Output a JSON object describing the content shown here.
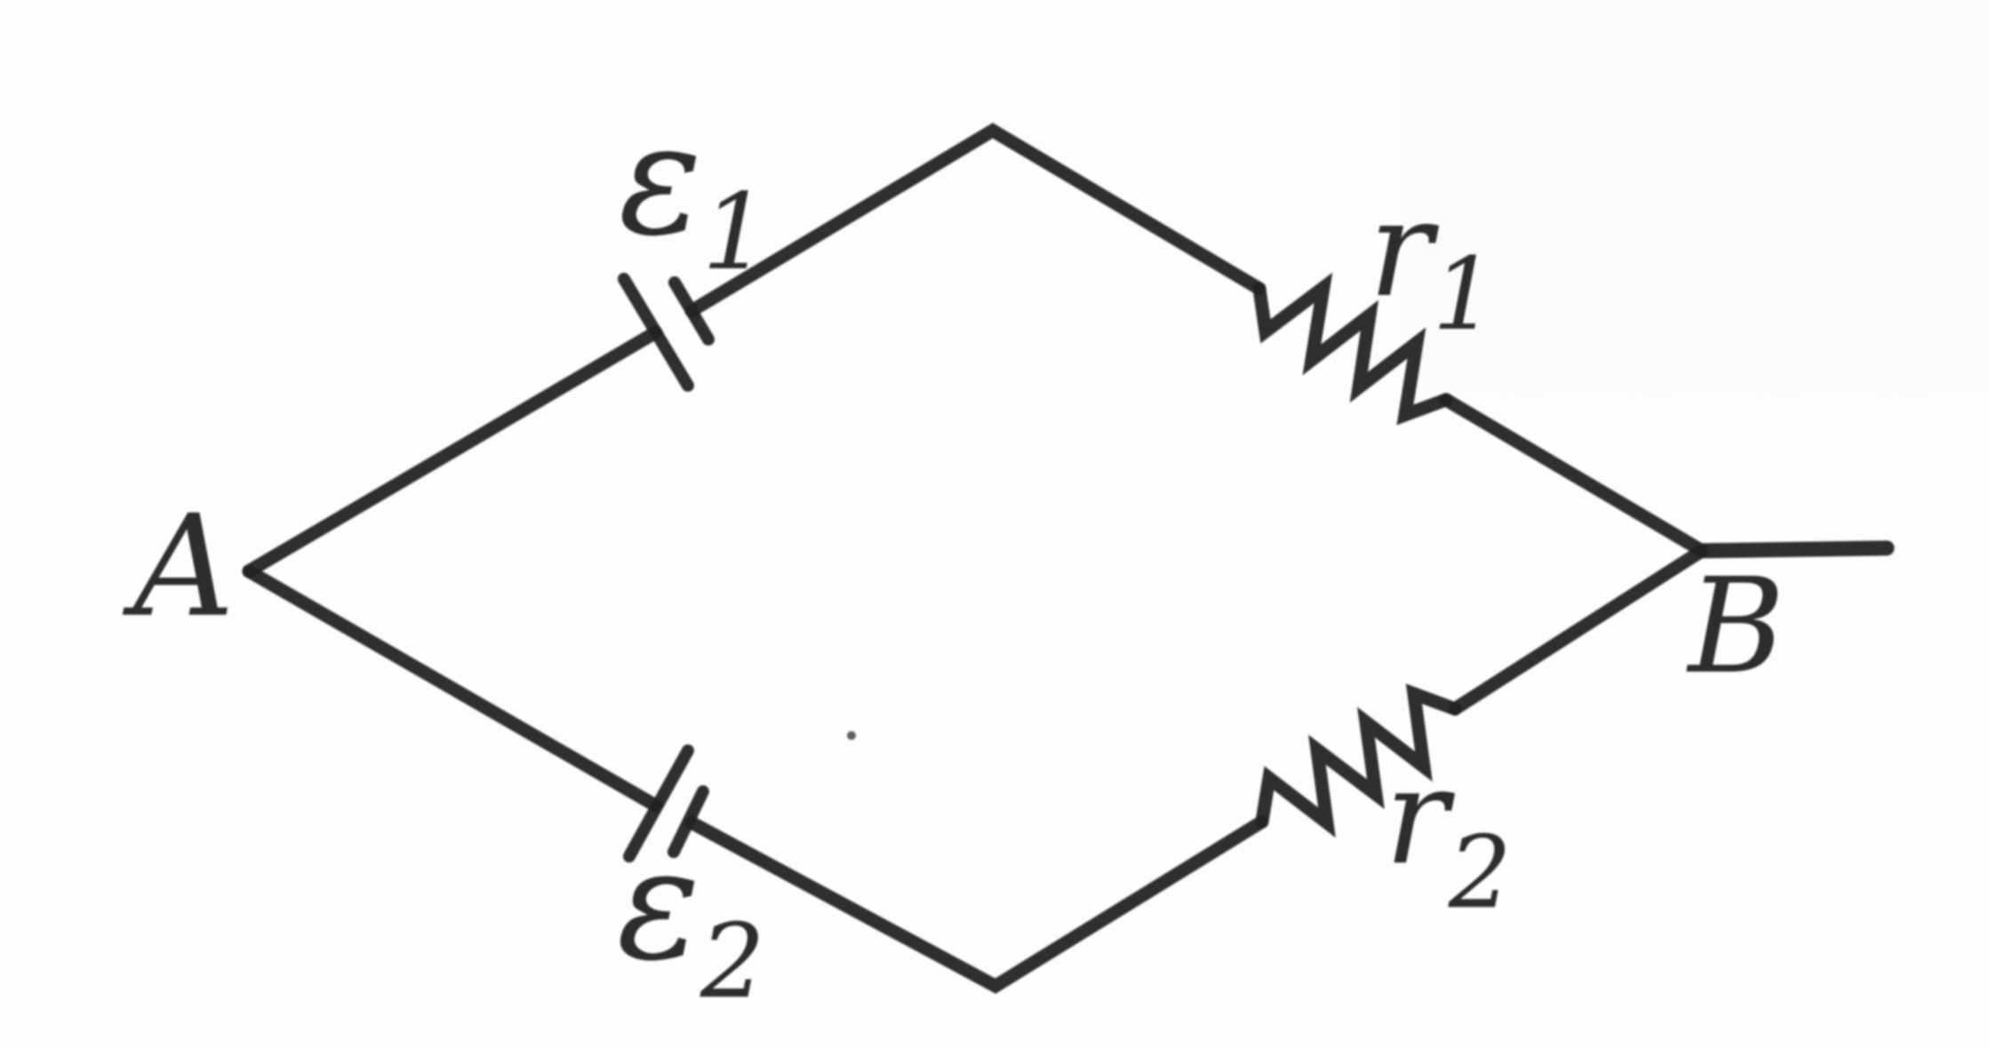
{
  "figure": {
    "type": "circuit-diagram",
    "ink_color": "#212121",
    "paper_color": "#fdfdfd"
  },
  "nodes": {
    "a": {
      "label": "A"
    },
    "b": {
      "label": "B"
    }
  },
  "branches": {
    "top": {
      "emf": {
        "base": "ε",
        "sub": "1"
      },
      "resistor": {
        "base": "r",
        "sub": "1"
      }
    },
    "bottom": {
      "emf": {
        "base": "ε",
        "sub": "2"
      },
      "resistor": {
        "base": "r",
        "sub": "2"
      }
    }
  }
}
